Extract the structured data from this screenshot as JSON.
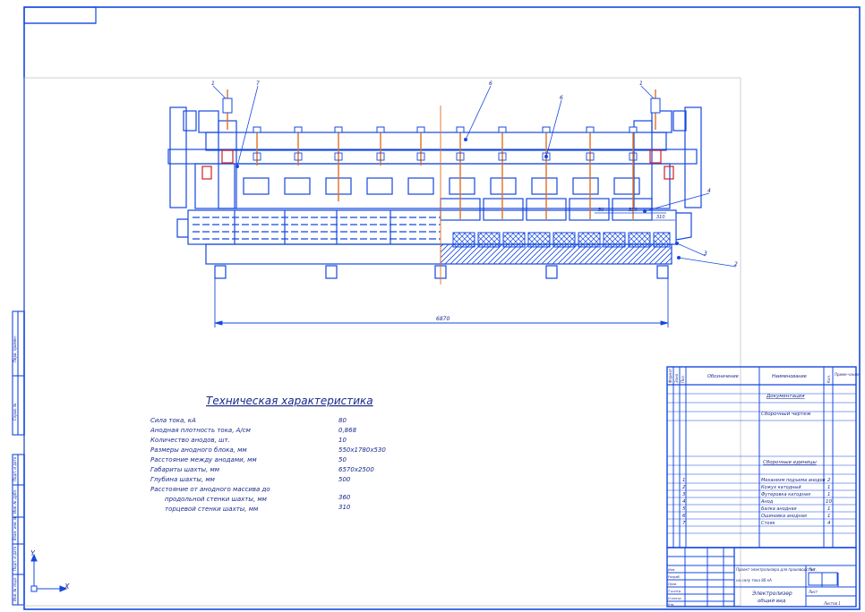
{
  "drawing": {
    "leaders": [
      "1",
      "7",
      "6",
      "6",
      "1",
      "4",
      "3",
      "2"
    ],
    "dim_overall": "6870",
    "dim_small_1": "50",
    "dim_small_2": "550",
    "dim_small_3": "310"
  },
  "tech": {
    "title": "Техническая характеристика",
    "rows": [
      {
        "label": "Сила тока, кА",
        "value": "80"
      },
      {
        "label": "Анодная плотность тока, А/см",
        "value": "0,868"
      },
      {
        "label": "Количество анодов, шт.",
        "value": "10"
      },
      {
        "label": "Размеры анодного блока, мм",
        "value": "550х1780х530"
      },
      {
        "label": "Расстояние между анодами, мм",
        "value": "50"
      },
      {
        "label": "Габариты шахты, мм",
        "value": "6570х2500"
      },
      {
        "label": "Глубина шахты, мм",
        "value": "500"
      },
      {
        "label": "Расстояние от анодного массива до",
        "value": ""
      },
      {
        "label": "продольной стенки шахты, мм",
        "value": "360"
      },
      {
        "label": "торцевой стенки шахты, мм",
        "value": "310"
      }
    ]
  },
  "spec": {
    "headers": {
      "format": "Формат",
      "zone": "Зона",
      "pos": "Поз.",
      "designation": "Обозначение",
      "name": "Наименование",
      "qty": "Кол.",
      "note": "Приме-чание"
    },
    "documentation": "Документация",
    "assembly_drawing": "Сборочный чертеж",
    "units_header": "Сборочные единицы",
    "rows": [
      {
        "pos": "1",
        "name": "Механизм подъема анодов",
        "qty": "2"
      },
      {
        "pos": "2",
        "name": "Кожух катодный",
        "qty": "1"
      },
      {
        "pos": "3",
        "name": "Футеровка катодная",
        "qty": "1"
      },
      {
        "pos": "4",
        "name": "Анод",
        "qty": "10"
      },
      {
        "pos": "5",
        "name": "Балка анодная",
        "qty": "1"
      },
      {
        "pos": "6",
        "name": "Ошиновка анодная",
        "qty": "1"
      },
      {
        "pos": "7",
        "name": "Стояк",
        "qty": "4"
      }
    ]
  },
  "stamp": {
    "title_line": "Проект электролизера для производства",
    "title_line2": "на силу тока 80 кА",
    "name_line1": "Электролизер",
    "name_line2": "общий вид",
    "stage": "Лит.",
    "sheet": "Лист",
    "sheets": "Листов 1",
    "rows": [
      "Изм.",
      "Разраб.",
      "Пров.",
      "Т.контр.",
      "Н.контр.",
      "Утв."
    ]
  },
  "axes": {
    "x": "X",
    "y": "Y"
  },
  "side_labels": [
    "Перв. примен.",
    "Справ. №",
    "Подп. и дата",
    "Инв. № дубл.",
    "Взам. инв. №",
    "Подп. и дата",
    "Инв. № подл."
  ],
  "colors": {
    "line": "#1448e0",
    "text": "#1a2a8a",
    "orange": "#e07020",
    "red": "#d02020"
  }
}
